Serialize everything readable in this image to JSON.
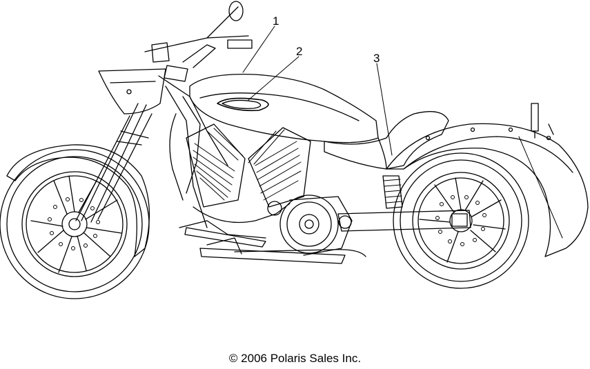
{
  "callouts": [
    {
      "id": "1",
      "label": "1"
    },
    {
      "id": "2",
      "label": "2"
    },
    {
      "id": "3",
      "label": "3"
    }
  ],
  "copyright": "© 2006 Polaris Sales Inc.",
  "colors": {
    "line": "#000000",
    "background": "#ffffff"
  }
}
